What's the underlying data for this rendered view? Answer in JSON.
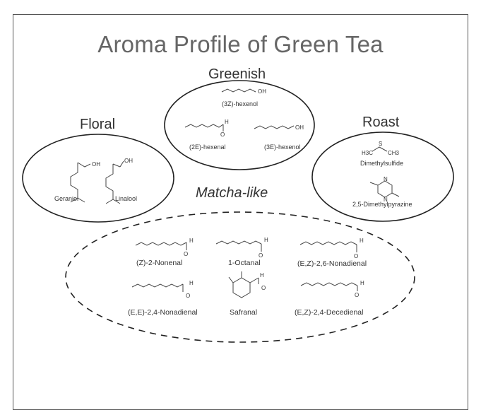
{
  "title": "Aroma Profile of Green Tea",
  "groups": {
    "greenish": {
      "label": "Greenish",
      "compounds": [
        "(3Z)-hexenol",
        "(2E)-hexenal",
        "(3E)-hexenol"
      ]
    },
    "floral": {
      "label": "Floral",
      "compounds": [
        "Geraniol",
        "Linalool"
      ]
    },
    "roast": {
      "label": "Roast",
      "compounds": [
        "Dimethylsulfide",
        "2,5-Dimethylpyrazine"
      ]
    },
    "matcha": {
      "label": "Matcha-like",
      "compounds": [
        "(Z)-2-Nonenal",
        "1-Octanal",
        "(E,Z)-2,6-Nonadienal",
        "(E,E)-2,4-Nonadienal",
        "Safranal",
        "(E,Z)-2,4-Decedienal"
      ]
    }
  },
  "atoms": {
    "oh": "OH",
    "o": "O",
    "h": "H",
    "s": "S",
    "n": "N",
    "h3c": "H3C",
    "ch3": "CH3"
  }
}
